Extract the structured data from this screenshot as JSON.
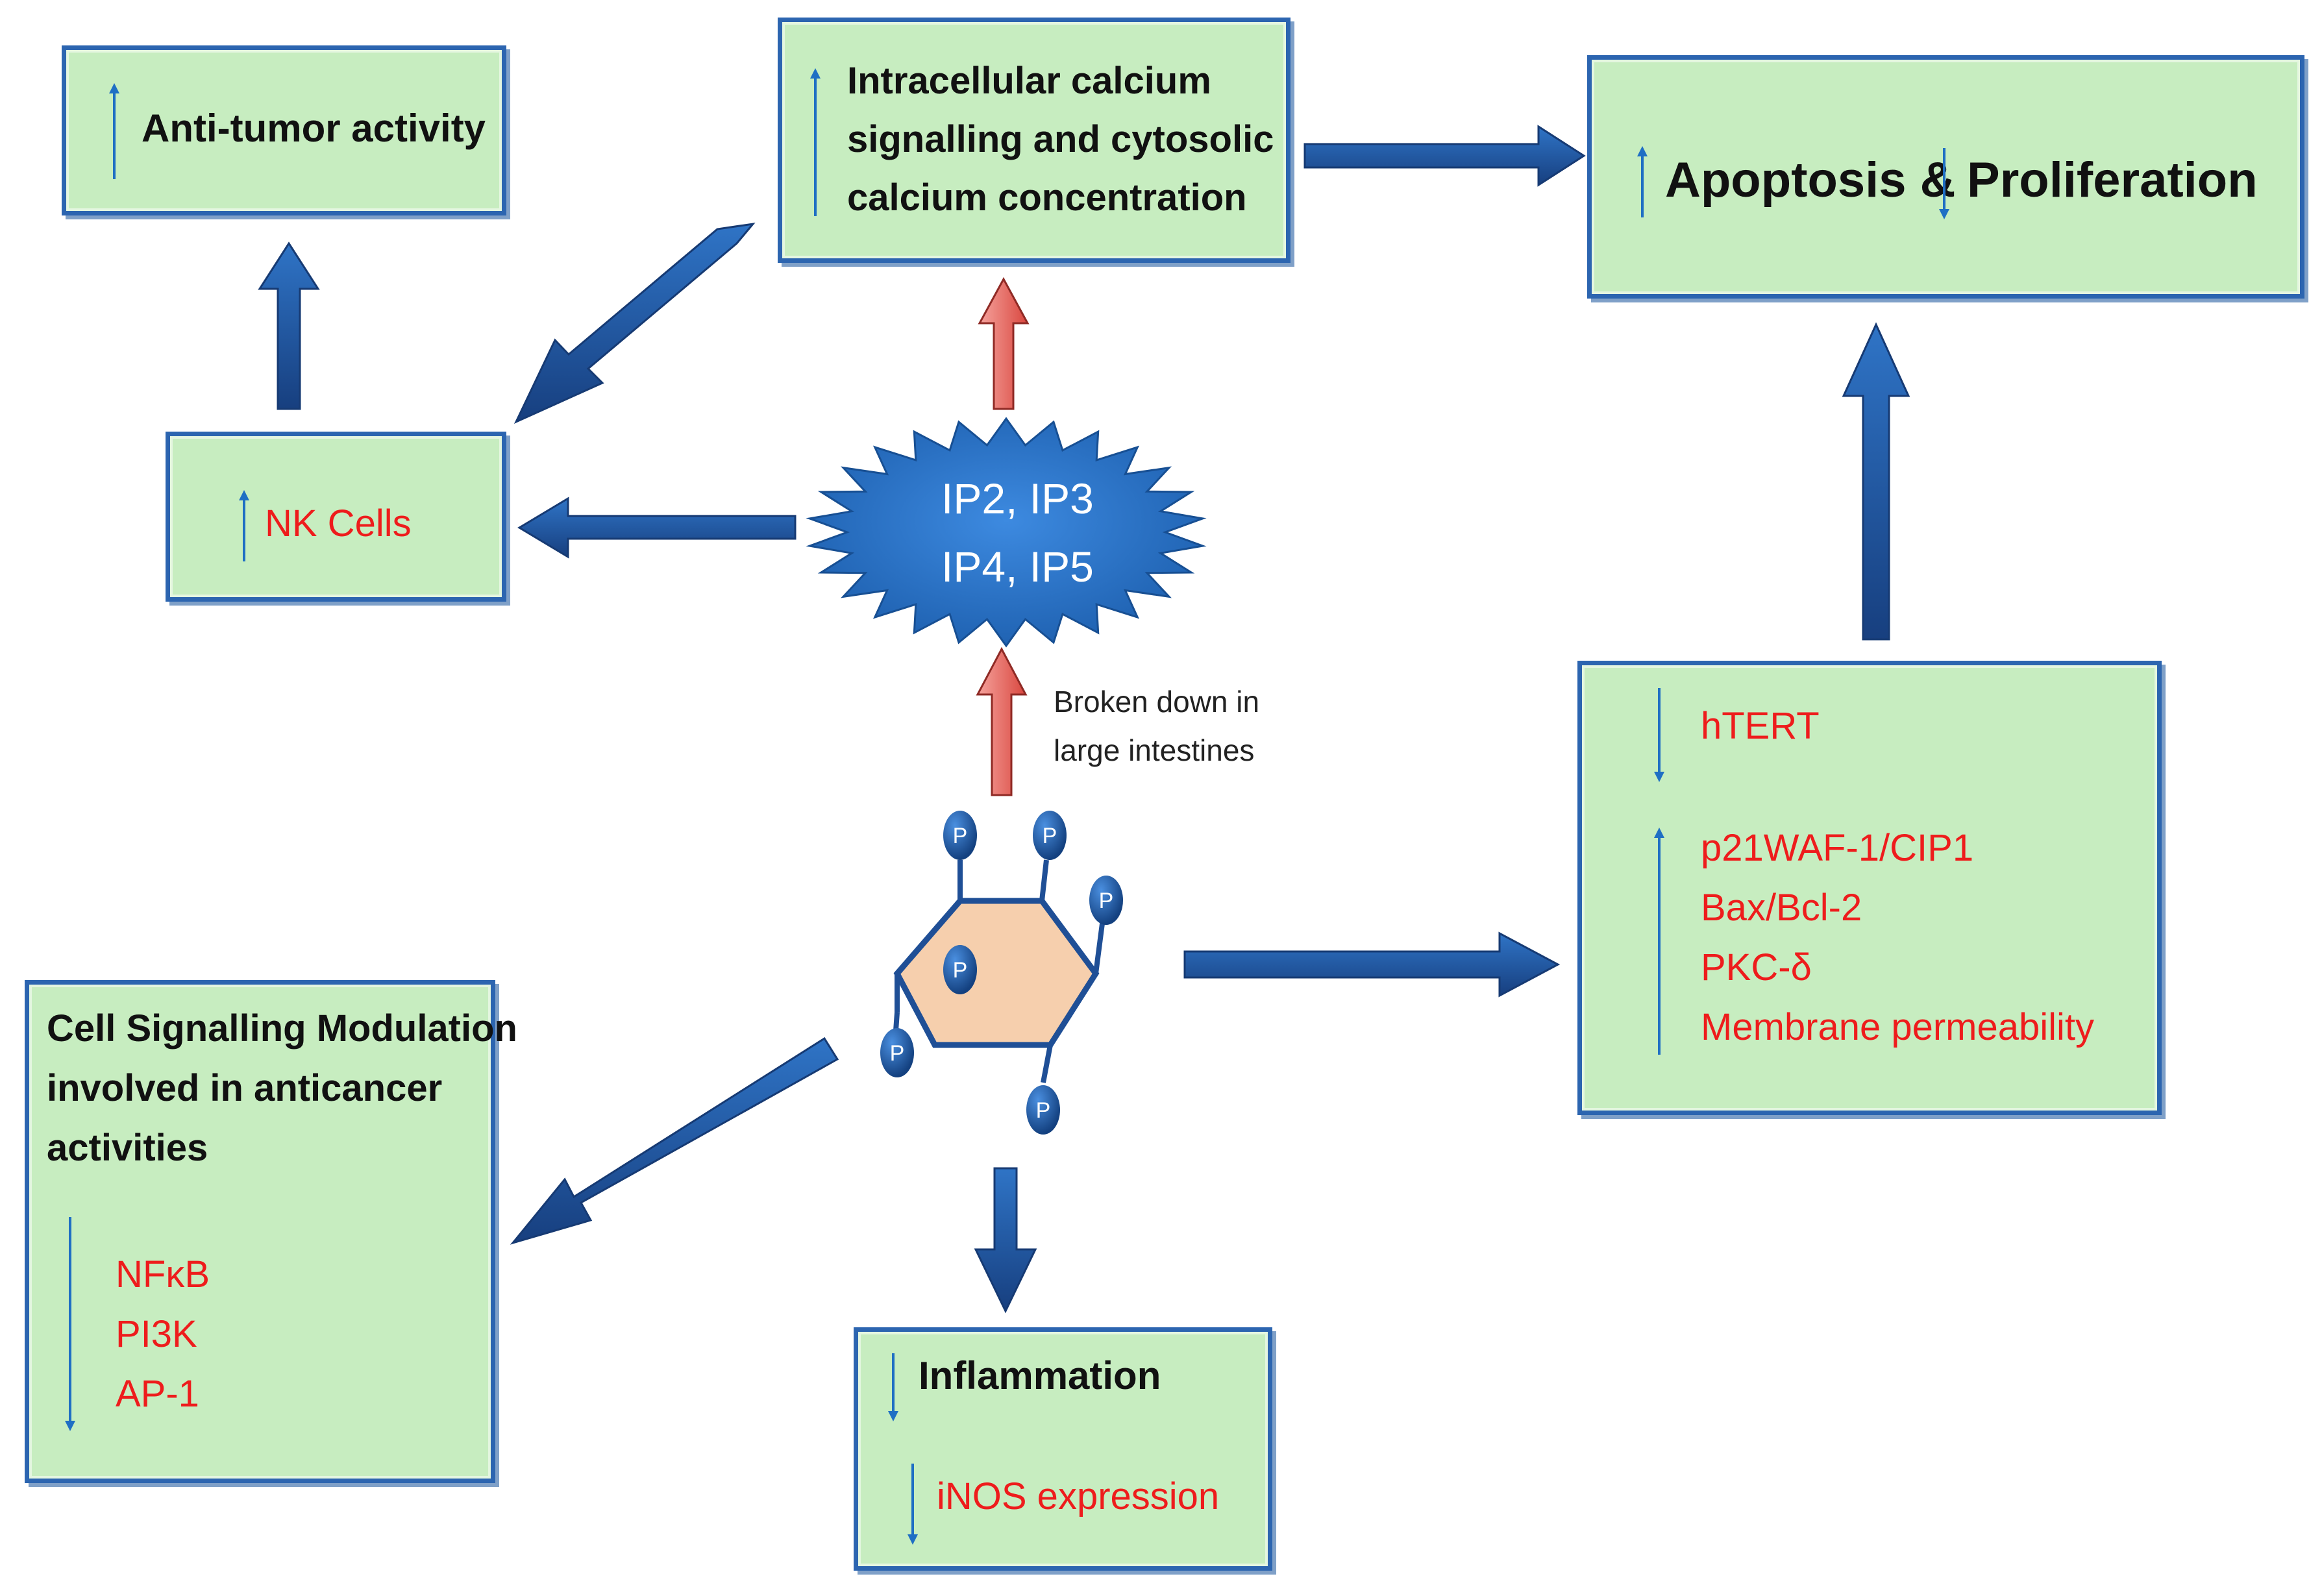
{
  "boxes": {
    "anti_tumor": {
      "label": "Anti-tumor activity"
    },
    "calcium": {
      "lines": [
        "Intracellular calcium",
        "signalling and cytosolic",
        "calcium concentration"
      ]
    },
    "apoptosis": {
      "part1": "Apoptosis &",
      "part2": "Proliferation"
    },
    "nk_cells": {
      "label": "NK Cells"
    },
    "starburst": {
      "line1": "IP2, IP3",
      "line2": "IP4, IP5"
    },
    "note": {
      "line1": "Broken down in",
      "line2": "large intestines"
    },
    "htert": {
      "down_item": "hTERT",
      "up_items": [
        "p21WAF-1/CIP1",
        "Bax/Bcl-2",
        "PKC-δ",
        "Membrane permeability"
      ]
    },
    "cell_signalling": {
      "title_lines": [
        "Cell Signalling Modulation",
        "involved in anticancer",
        "activities"
      ],
      "items": [
        "NFκB",
        "PI3K",
        "AP-1"
      ]
    },
    "inflammation": {
      "title": "Inflammation",
      "sub": "iNOS expression"
    }
  },
  "molecule": {
    "phosphate_label": "P",
    "phosphate_count": 6
  },
  "colors": {
    "box_fill": "#c7edc0",
    "box_border": "#2c65b0",
    "arrow_blue": "#1f5aa6",
    "arrow_red": "#e8655f",
    "star_blue": "#2e75c7",
    "text_red": "#ee1c1c",
    "ring_fill": "#f6cfad"
  }
}
